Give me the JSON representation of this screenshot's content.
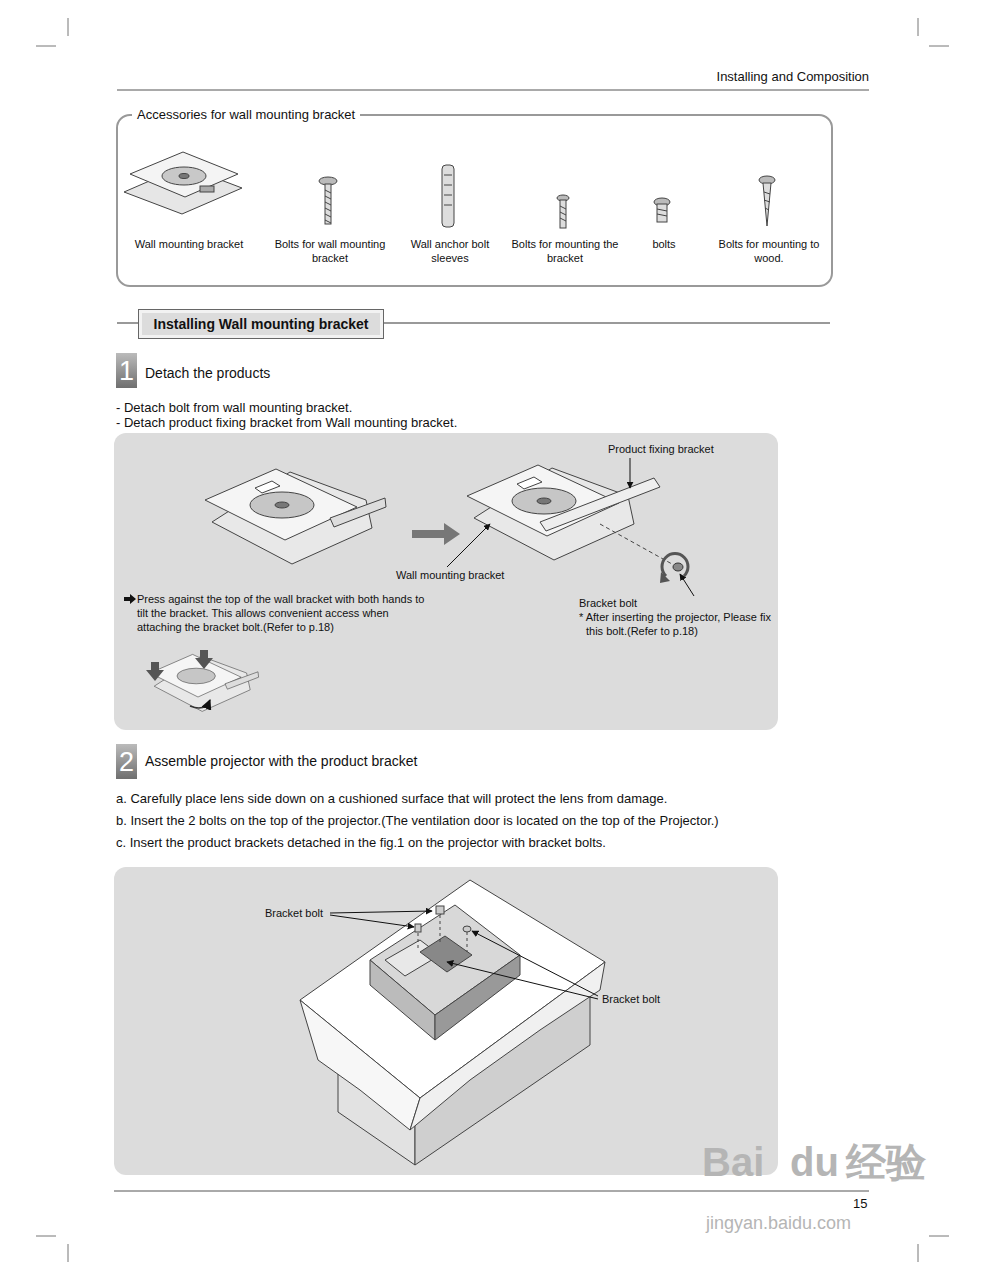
{
  "diagram": {
    "nodes": [
      {
        "text": [
          "Accessories for wall mounting bracket",
          "Wall mounting bracket",
          "Bolts for wall mounting bracket",
          "Wall anchor bolt sleeves",
          "Bolts for mounting the bracket",
          "bolts",
          "Bolts for mounting to wood."
        ]
      },
      {
        "text": [
          "Installing Wall mounting bracket"
        ]
      },
      {
        "text": [
          "1"
        ]
      },
      {
        "text": [
          "Product fixing bracket",
          "Wall mounting bracket",
          "Press against the top of the wall bracket with both hands to tilt the bracket. This allows convenient access when attaching the bracket bolt.(Refer to p.18)",
          "Bracket bolt",
          "* After inserting the projector, Please fix this bolt.(Refer to p.18)"
        ]
      },
      {
        "text": [
          "2"
        ]
      },
      {
        "text": [
          "Bracket bolt",
          "Bracket bolt"
        ]
      }
    ],
    "labels": [
      "Installing and Composition",
      "Detach the products",
      "- Detach bolt from wall mounting bracket.",
      "- Detach product fixing bracket from Wall mounting bracket.",
      "Assemble projector with the product bracket",
      "a. Carefully place lens side down on a cushioned surface that will protect the lens from damage.",
      "b. Insert the 2 bolts on the top of the projector.(The ventilation door is located on the top of the Projector.)",
      "c. Insert the product brackets detached in the fig.1 on the projector with bracket bolts.",
      "15",
      "Bai",
      "du",
      "经验",
      "jingyan.baidu.com"
    ]
  }
}
